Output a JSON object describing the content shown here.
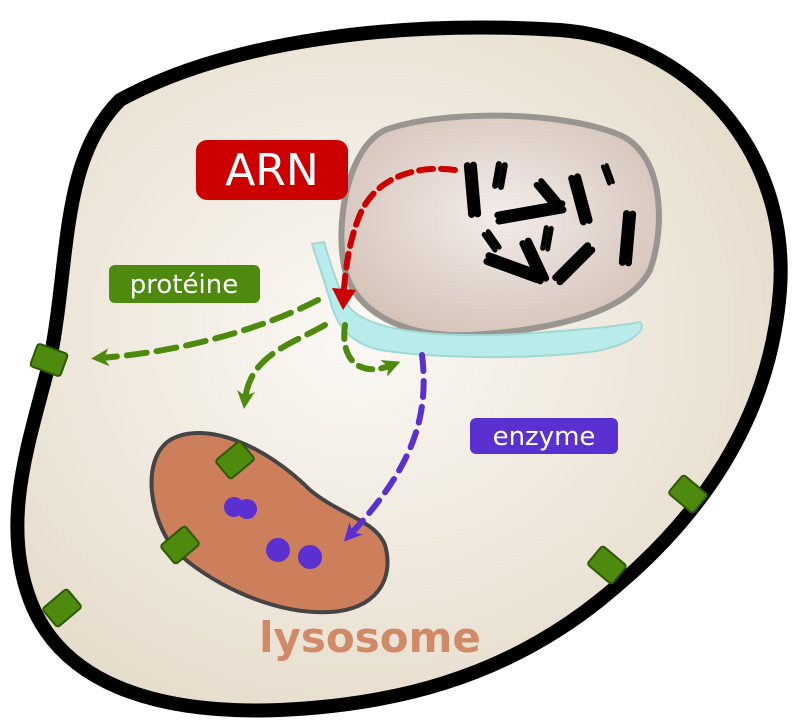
{
  "labels": {
    "arn": "ARN",
    "proteine": "protéine",
    "enzyme": "enzyme",
    "lysosome": "lysosome"
  },
  "colors": {
    "membrane": "#000000",
    "cytoplasm": "#ece4d6",
    "nucleus": "#e0d4cc",
    "nucleus_border": "#999591",
    "er": "#b8ecea",
    "arn": "#cc0000",
    "proteine": "#4e8a0e",
    "enzyme": "#5a30d0",
    "lysosome": "#cd7f5c",
    "lysosome_text": "#d08a68",
    "receptor": "#4e8a0e"
  }
}
